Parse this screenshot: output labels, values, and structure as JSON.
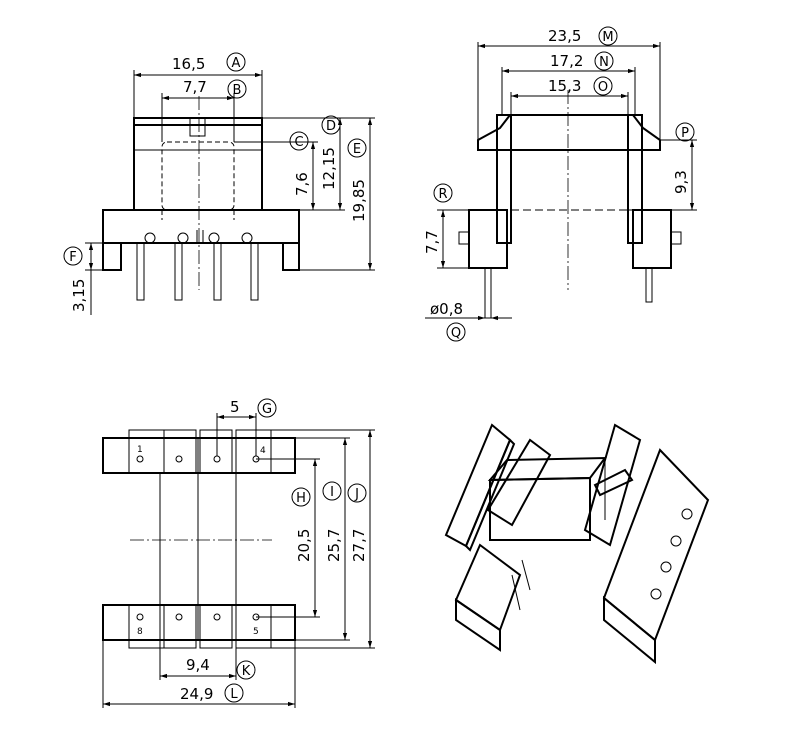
{
  "front_view": {
    "dims": {
      "A": {
        "value": "16,5",
        "tag": "A"
      },
      "B": {
        "value": "7,7",
        "tag": "B"
      },
      "C": {
        "value": "7,6",
        "tag": "C"
      },
      "D": {
        "value": "12,15",
        "tag": "D"
      },
      "E": {
        "value": "19,85",
        "tag": "E"
      },
      "F": {
        "value": "3,15",
        "tag": "F"
      }
    }
  },
  "side_view": {
    "dims": {
      "M": {
        "value": "23,5",
        "tag": "M"
      },
      "N": {
        "value": "17,2",
        "tag": "N"
      },
      "O": {
        "value": "15,3",
        "tag": "O"
      },
      "P": {
        "value": "9,3",
        "tag": "P"
      },
      "R": {
        "value": "7,7",
        "tag": "R"
      },
      "Q": {
        "value": "ø0,8",
        "tag": "Q"
      }
    }
  },
  "bottom_view": {
    "dims": {
      "G": {
        "value": "5",
        "tag": "G"
      },
      "H": {
        "value": "20,5",
        "tag": "H"
      },
      "I": {
        "value": "25,7",
        "tag": "I"
      },
      "J": {
        "value": "27,7",
        "tag": "J"
      },
      "K": {
        "value": "9,4",
        "tag": "K"
      },
      "L": {
        "value": "24,9",
        "tag": "L"
      }
    },
    "pins": {
      "p1": "1",
      "p4": "4",
      "p5": "5",
      "p8": "8"
    }
  }
}
